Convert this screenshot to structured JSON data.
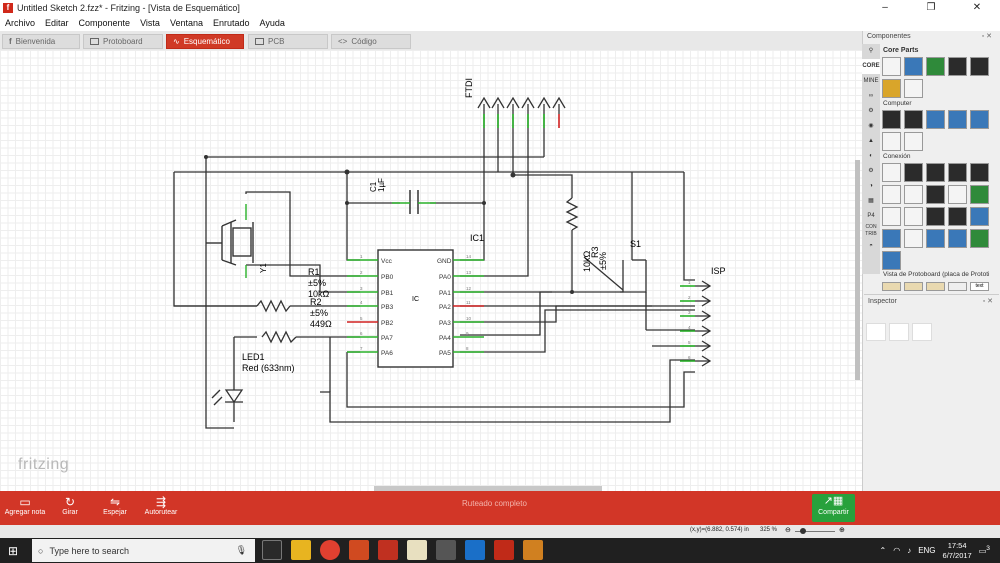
{
  "window": {
    "title": "Untitled Sketch 2.fzz* - Fritzing - [Vista de Esquemático]",
    "controls": [
      "–",
      "❐",
      "✕"
    ]
  },
  "menu": [
    "Archivo",
    "Editar",
    "Componente",
    "Vista",
    "Ventana",
    "Enrutado",
    "Ayuda"
  ],
  "tabs": [
    {
      "label": "Bienvenida"
    },
    {
      "label": "Protoboard"
    },
    {
      "label": "Esquemático"
    },
    {
      "label": "PCB"
    },
    {
      "label": "Código"
    }
  ],
  "schematic": {
    "watermark": "fritzing",
    "labels": {
      "ftdi": "FTDI",
      "isp": "ISP",
      "ic1": "IC1",
      "ic_center": "IC",
      "c1_name": "C1",
      "c1_val": "1µF",
      "y1": "Y1",
      "r1_name": "R1",
      "r1_tol": "±5%",
      "r1_val": "10kΩ",
      "r2_name": "R2",
      "r2_tol": "±5%",
      "r2_val": "449Ω",
      "r3_name": "R3",
      "r3_tol": "±5%",
      "r3_val": "10kΩ",
      "s1": "S1",
      "led1_name": "LED1",
      "led1_val": "Red (633nm)"
    },
    "ic_pins_left": [
      "Vcc",
      "PB0",
      "PB1",
      "PB3",
      "PB2",
      "PA7",
      "PA6"
    ],
    "ic_pins_left_nums": [
      "1",
      "2",
      "3",
      "4",
      "5",
      "6",
      "7"
    ],
    "ic_pins_right": [
      "GND",
      "PA0",
      "PA1",
      "PA2",
      "PA3",
      "PA4",
      "PA5"
    ],
    "ic_pins_right_nums": [
      "14",
      "13",
      "12",
      "11",
      "10",
      "9",
      "8"
    ],
    "isp_pins": [
      "1",
      "2",
      "3",
      "4",
      "5",
      "6"
    ]
  },
  "toolbar": {
    "add_note": "Agregar nota",
    "rotate": "Girar",
    "mirror": "Espejar",
    "autoroute": "Autorutear",
    "routing_status": "Ruteado completo",
    "share": "Compartir"
  },
  "status": {
    "coords": "(x,y)=(6.882, 0.574) in",
    "zoom": "325 %"
  },
  "parts_panel": {
    "title": "Componentes",
    "search_icon": "magnifier-icon",
    "categories": [
      "CORE",
      "MINE",
      "∞",
      "⚙",
      "◉",
      "▲",
      "◐",
      "⚙",
      "◑",
      "▦",
      "P4",
      "CON TRIB",
      "◓"
    ],
    "sections": [
      "Core Parts",
      "Computer",
      "Conexión",
      "Vista de Protoboard (placa de Prototi"
    ],
    "text_tile": "text"
  },
  "inspector": {
    "title": "Inspector"
  },
  "taskbar": {
    "search_placeholder": "Type here to search",
    "lang": "ENG",
    "time": "17:54",
    "date": "6/7/2017",
    "notif": "3"
  },
  "colors": {
    "accent": "#d23627",
    "share": "#28a13c",
    "wire": "#333333",
    "pin_ok": "#28b028",
    "pin_open": "#d02020"
  }
}
